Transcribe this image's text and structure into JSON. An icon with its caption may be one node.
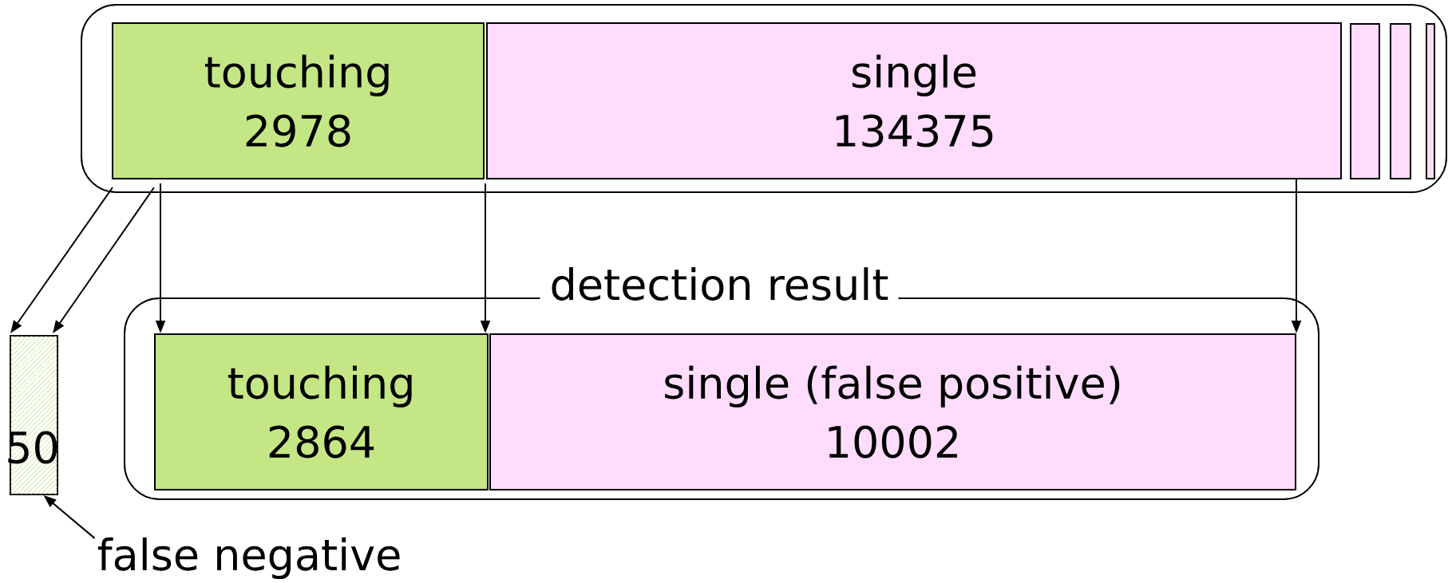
{
  "diagram": {
    "nodes": [
      {
        "text": [],
        "shape": "box"
      },
      {
        "text": [
          "touching",
          "2978"
        ],
        "in": 0
      },
      {
        "text": [
          "single",
          "134375"
        ],
        "in": 0
      },
      {
        "text": [],
        "shape": "bar",
        "in": 0
      },
      {
        "text": [],
        "shape": "bar",
        "in": 0
      },
      {
        "text": [],
        "shape": "bar",
        "in": 0
      },
      {
        "text": [
          "50"
        ]
      },
      {
        "text": [
          "detection result"
        ]
      },
      {
        "text": [
          "touching",
          "2864"
        ],
        "in": 7
      },
      {
        "text": [
          "single (false positive)",
          "10002"
        ],
        "in": 7
      },
      {
        "text": [
          "false negative"
        ]
      }
    ],
    "edges": [
      {
        "from": 1,
        "to": 6,
        "arrow": "to"
      },
      {
        "from": 1,
        "to": 6,
        "arrow": "to"
      },
      {
        "from": 1,
        "to": 8,
        "arrow": "to"
      },
      {
        "from": 1,
        "to": 8,
        "arrow": "to"
      },
      {
        "from": 2,
        "to": 9,
        "arrow": "to"
      },
      {
        "from": 10,
        "to": 6,
        "arrow": "to"
      }
    ]
  }
}
